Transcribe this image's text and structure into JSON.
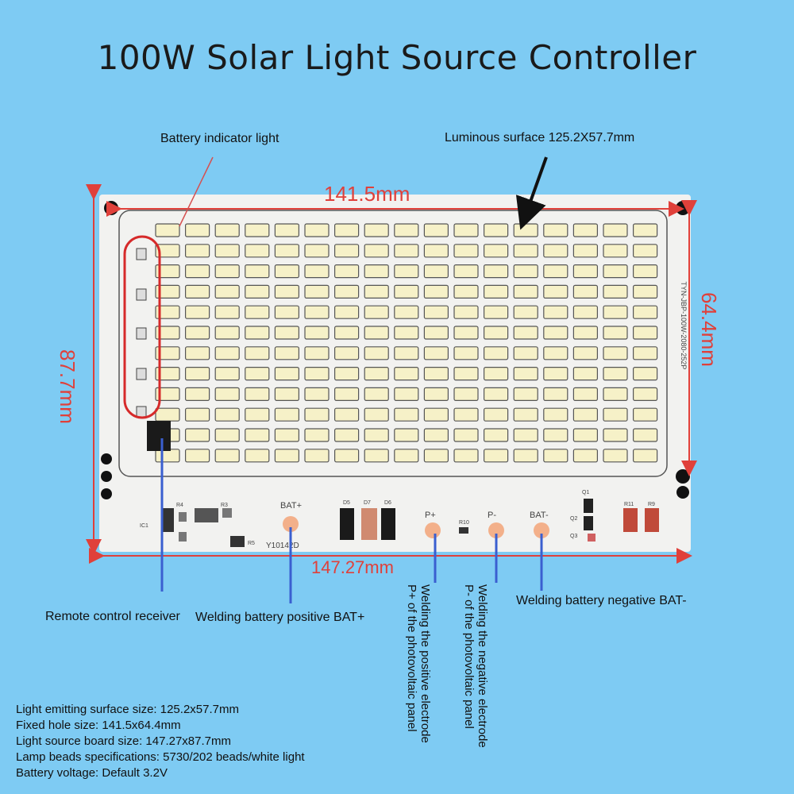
{
  "title": "100W Solar Light Source Controller",
  "callouts": {
    "battery_indicator": "Battery indicator light",
    "luminous_surface": "Luminous surface 125.2X57.7mm",
    "remote_receiver": "Remote control receiver",
    "bat_positive": "Welding battery positive BAT+",
    "bat_negative": "Welding battery negative BAT-",
    "pv_positive": [
      "Welding the positive electrode",
      "P+ of the photovoltaic panel"
    ],
    "pv_negative": [
      "Welding the negative electrode",
      "P- of the photovoltaic panel"
    ]
  },
  "dimensions": {
    "hole_width": "141.5mm",
    "hole_height": "64.4mm",
    "board_height": "87.7mm",
    "board_width": "147.27mm"
  },
  "board_marks": {
    "bat_plus": "BAT+",
    "p_plus": "P+",
    "p_minus": "P-",
    "bat_minus": "BAT-",
    "serial": "Y10142D",
    "side_code": "TYN-JBP-100W-2080-252P",
    "r10": "R10",
    "d5": "D5",
    "d7": "D7",
    "d6": "D6",
    "r11": "R11",
    "r9": "R9",
    "q1": "Q1",
    "q2": "Q2",
    "q3": "Q3",
    "r4": "R4",
    "r3": "R3",
    "ic1": "IC1",
    "r5": "R5"
  },
  "led_grid": {
    "rows": 12,
    "cols": 17
  },
  "specs": [
    "Light emitting surface size: 125.2x57.7mm",
    "Fixed hole size: 141.5x64.4mm",
    "Light source board size: 147.27x87.7mm",
    "Lamp beads specifications: 5730/202 beads/white light",
    "Battery voltage: Default 3.2V"
  ],
  "colors": {
    "background": "#7ecbf3",
    "dimension_red": "#e0403a",
    "pointer_blue": "#3a5fd0",
    "board_white": "#f2f2f0",
    "led_yellow": "#f6f1c8"
  }
}
